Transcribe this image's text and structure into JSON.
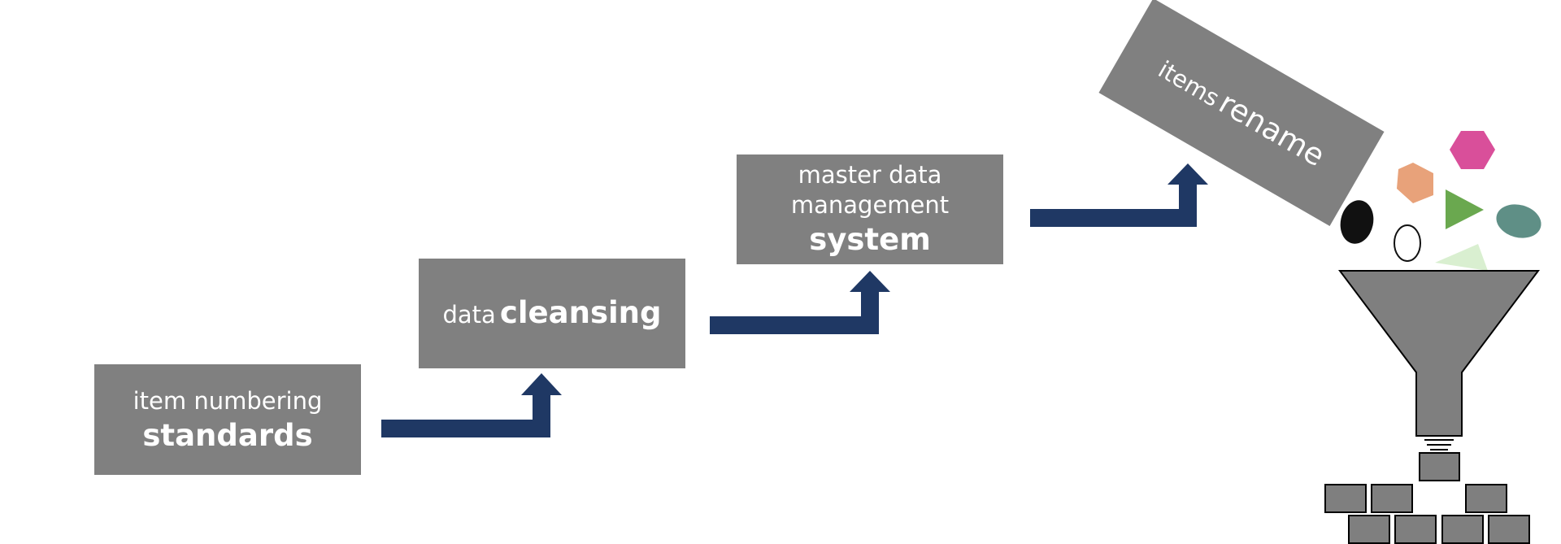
{
  "steps": [
    {
      "line1": "item numbering",
      "line2": "standards"
    },
    {
      "prefix": "data",
      "bold": "cleansing"
    },
    {
      "line1": "master data",
      "line2": "management",
      "line3": "system"
    },
    {
      "prefix": "items",
      "bold": "rename"
    }
  ],
  "colors": {
    "box": "#808080",
    "arrow": "#1f3864",
    "box_text": "#ffffff",
    "funnel": "#7f7f7f",
    "brick": "#7f7f7f",
    "outline": "#000000",
    "hexagon": "#d94f9a",
    "pentagon": "#e8a27a",
    "triangle": "#6aa84f",
    "ellipse_teal": "#5f8f86",
    "ellipse_black": "#111111",
    "light_shape": "#d9efd0"
  },
  "icons": [
    "hexagon-shape",
    "pentagon-shape",
    "triangle-shape",
    "ellipse-shape",
    "funnel-icon",
    "brick-wall-icon"
  ]
}
